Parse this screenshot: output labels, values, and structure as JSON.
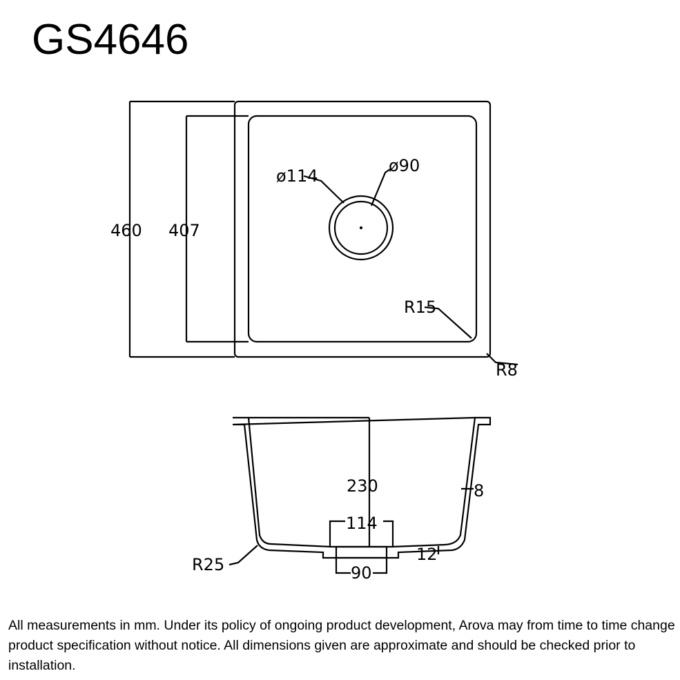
{
  "title": "GS4646",
  "plan_view": {
    "overall_depth": "460",
    "bowl_depth": "407",
    "waste_outer_diameter": "ø114",
    "waste_inner_diameter": "ø90",
    "inner_radius": "R15",
    "outer_radius": "R8"
  },
  "section_view": {
    "bowl_height": "230",
    "wall_thickness": "8",
    "waste_outer": "114",
    "waste_inner": "90",
    "base_thickness": "12",
    "corner_radius": "R25"
  },
  "footnote": "All measurements in mm. Under its policy of ongoing product development, Arova may from time to time change product specification without notice. All dimensions given are approximate and should be checked prior to installation."
}
